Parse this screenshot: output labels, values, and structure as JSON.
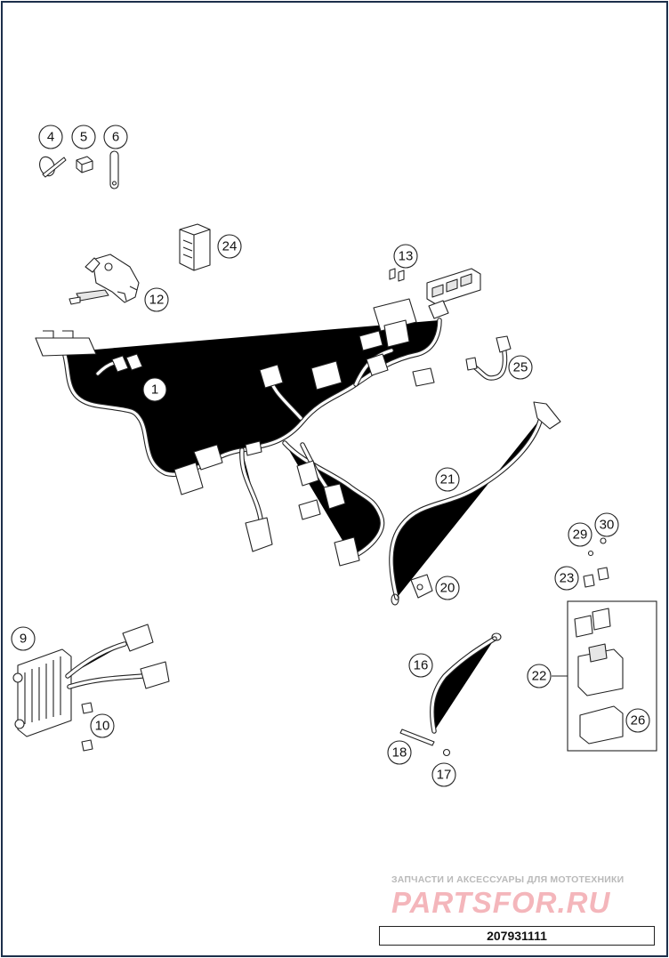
{
  "diagram": {
    "callouts": {
      "c1": "1",
      "c4": "4",
      "c5": "5",
      "c6": "6",
      "c9": "9",
      "c10": "10",
      "c12": "12",
      "c13": "13",
      "c16": "16",
      "c17": "17",
      "c18": "18",
      "c20": "20",
      "c21": "21",
      "c22": "22",
      "c23": "23",
      "c24": "24",
      "c25": "25",
      "c26": "26",
      "c29": "29",
      "c30": "30"
    }
  },
  "watermark": {
    "tagline": "ЗАПЧАСТИ И АКСЕССУАРЫ ДЛЯ МОТОТЕХНИКИ",
    "brand": "PARTSFOR.RU"
  },
  "footer": {
    "part_number": "207931111"
  },
  "colors": {
    "frame": "#1c2f4a",
    "watermark_grey": "#b9b9b9",
    "watermark_pink": "#f4b6bb"
  }
}
